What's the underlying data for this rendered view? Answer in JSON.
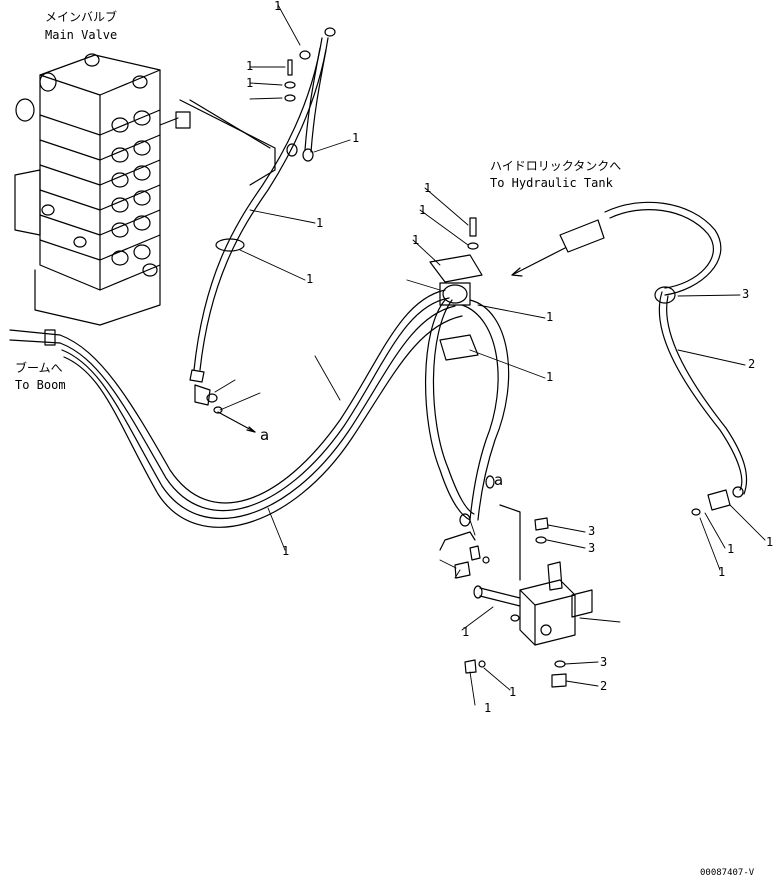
{
  "labels": {
    "main_valve_jp": "メインバルブ",
    "main_valve_en": "Main Valve",
    "tank_jp": "ハイドロリックタンクへ",
    "tank_en": "To Hydraulic Tank",
    "boom_jp": "ブームへ",
    "boom_en": "To Boom",
    "ref_a_1": "a",
    "ref_a_2": "a",
    "drawing_code": "00087407-V"
  },
  "callouts": [
    {
      "id": "c1",
      "text": "1"
    },
    {
      "id": "c2",
      "text": "1"
    },
    {
      "id": "c3",
      "text": "1"
    },
    {
      "id": "c4",
      "text": "1"
    },
    {
      "id": "c5",
      "text": "1"
    },
    {
      "id": "c6",
      "text": "1"
    },
    {
      "id": "c7",
      "text": "1"
    },
    {
      "id": "c8",
      "text": "1"
    },
    {
      "id": "c9",
      "text": "1"
    },
    {
      "id": "c10",
      "text": "1"
    },
    {
      "id": "c11",
      "text": "1"
    },
    {
      "id": "c12",
      "text": "1"
    },
    {
      "id": "c13",
      "text": "3"
    },
    {
      "id": "c14",
      "text": "2"
    },
    {
      "id": "c15",
      "text": "3"
    },
    {
      "id": "c16",
      "text": "3"
    },
    {
      "id": "c17",
      "text": "3"
    },
    {
      "id": "c18",
      "text": "2"
    },
    {
      "id": "c19",
      "text": "1"
    },
    {
      "id": "c20",
      "text": "1"
    },
    {
      "id": "c21",
      "text": "1"
    },
    {
      "id": "c22",
      "text": "1"
    },
    {
      "id": "c23",
      "text": "1"
    },
    {
      "id": "c24",
      "text": "1"
    }
  ],
  "colors": {
    "ink": "#000000",
    "paper": "#ffffff"
  }
}
